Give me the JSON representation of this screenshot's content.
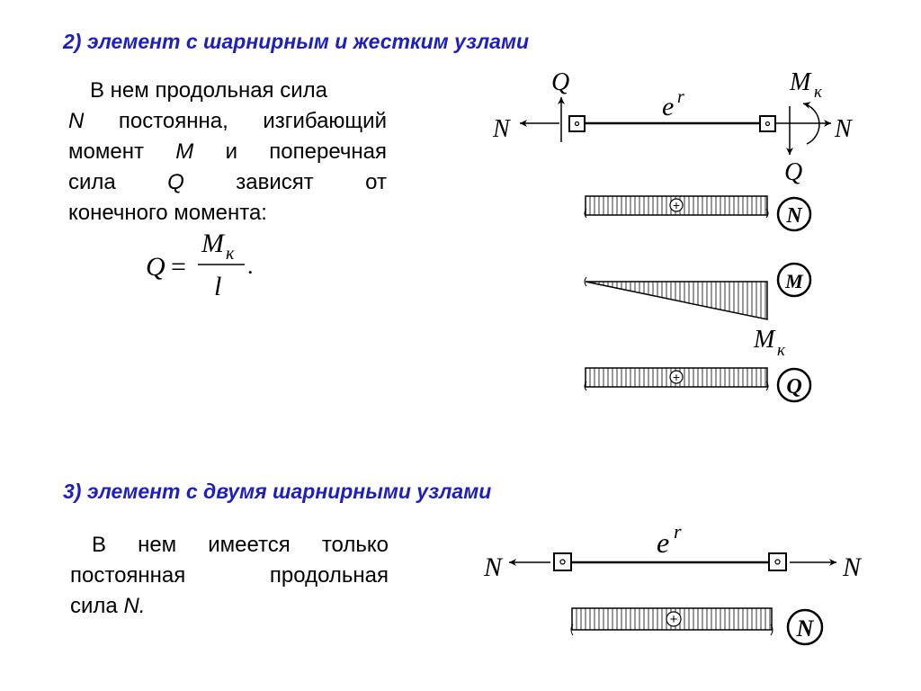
{
  "section2": {
    "heading": "2) элемент с шарнирным и жестким узлами",
    "text_line1": "В нем продольная сила",
    "text_line2_var": "N",
    "text_line2_rest": " постоянна, изгибающий",
    "text_line3_a": "момент ",
    "text_line3_var": "M",
    "text_line3_b": " и поперечная",
    "text_line4_a": "сила ",
    "text_line4_var": "Q",
    "text_line4_b": " зависят от",
    "text_line5": "конечного момента:",
    "formula_lhs": "Q",
    "formula_eq": "=",
    "formula_num": "M",
    "formula_num_sub": "к",
    "formula_den": "l",
    "formula_end": ".",
    "diagram": {
      "label_Q_top": "Q",
      "label_Mk_top": "M",
      "label_Mk_top_sub": "к",
      "label_er": "e",
      "label_er_sup": "r",
      "label_N_left": "N",
      "label_N_right": "N",
      "label_Q_bottom": "Q",
      "badge_N": "N",
      "badge_M": "M",
      "badge_Q": "Q",
      "label_Mk_epure": "M",
      "label_Mk_epure_sub": "к",
      "plus": "+"
    }
  },
  "section3": {
    "heading": "3) элемент с двумя шарнирными узлами",
    "text_line1": "В нем имеется только",
    "text_line2": "постоянная продольная",
    "text_line3_a": "сила ",
    "text_line3_var": "N.",
    "diagram": {
      "label_er": "e",
      "label_er_sup": "r",
      "label_N_left": "N",
      "label_N_right": "N",
      "badge_N": "N",
      "plus": "+"
    }
  },
  "colors": {
    "heading": "#1f1fbf",
    "ink": "#000000"
  }
}
